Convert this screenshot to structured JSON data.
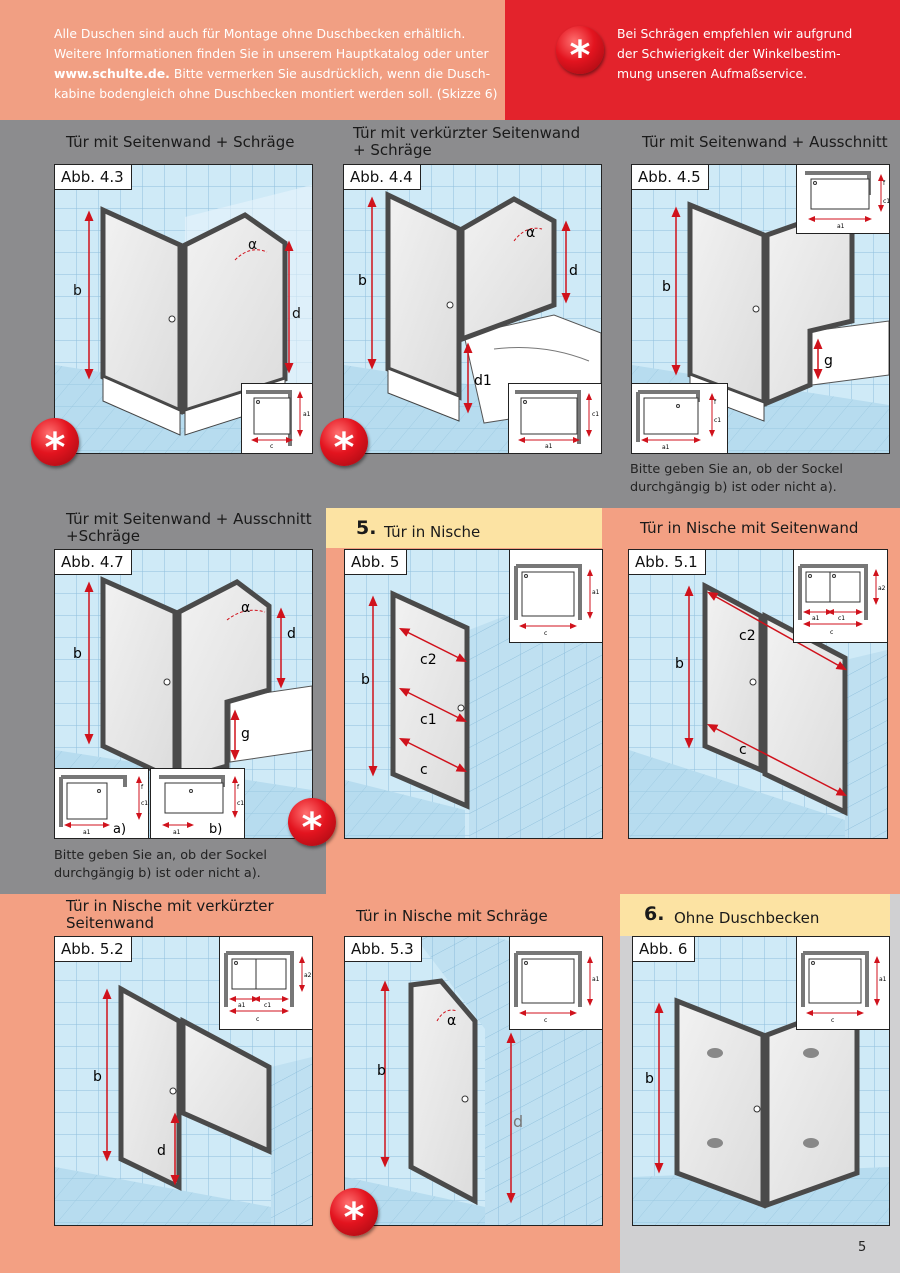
{
  "header": {
    "left_lines": [
      "Alle Duschen sind auch für Montage ohne Duschbecken erhältlich.",
      "Weitere Informationen finden Sie in unserem Hauptkatalog oder unter",
      "www.schulte.de.",
      "Bitte vermerken Sie ausdrücklich, wenn die Dusch-",
      "kabine bodengleich ohne Duschbecken montiert werden soll. (Skizze 6)"
    ],
    "right_lines": [
      "Bei Schrägen empfehlen wir aufgrund",
      "der Schwierigkeit der Winkelbestim-",
      "mung unseren Aufmaßservice."
    ],
    "star": "*"
  },
  "sections": {
    "s5_num": "5.",
    "s5_title": "Tür in Nische",
    "s6_num": "6.",
    "s6_title": "Ohne Duschbecken"
  },
  "panels": [
    {
      "title": "Tür mit Seitenwand + Schräge",
      "label": "Abb. 4.3"
    },
    {
      "title": "Tür mit verkürzter Seitenwand",
      "title2": "+ Schräge",
      "label": "Abb. 4.4"
    },
    {
      "title": "Tür mit Seitenwand + Ausschnitt",
      "label": "Abb. 4.5"
    },
    {
      "title": "Tür mit Seitenwand + Ausschnitt",
      "title2": "+Schräge",
      "label": "Abb. 4.7"
    },
    {
      "title": "",
      "label": "Abb. 5"
    },
    {
      "title": "Tür in Nische mit Seitenwand",
      "label": "Abb. 5.1"
    },
    {
      "title": "Tür in Nische mit verkürzter",
      "title2": "Seitenwand",
      "label": "Abb. 5.2"
    },
    {
      "title": "Tür in Nische mit Schräge",
      "label": "Abb. 5.3"
    },
    {
      "title": "",
      "label": "Abb. 6"
    }
  ],
  "notes": {
    "sockel_1": "Bitte geben Sie an, ob der Sockel",
    "sockel_2": "durchgängig b) ist oder nicht a).",
    "sockel_b": "b)",
    "sockel_a": "a)"
  },
  "dim": {
    "a": "a)",
    "b_opt": "b)",
    "b": "b",
    "c": "c",
    "d": "d",
    "g": "g",
    "c1": "c1",
    "c2": "c2",
    "d1": "d1",
    "a1": "a1",
    "a2": "a2",
    "f": "f",
    "alpha": "α"
  },
  "page_number": "5",
  "colors": {
    "accent_red": "#e3232c",
    "peach": "#f3a083",
    "grey": "#8c8c8e",
    "yellow": "#fce3a3",
    "tile_blue": "#c9e6f5",
    "dim_red": "#d0121c"
  }
}
